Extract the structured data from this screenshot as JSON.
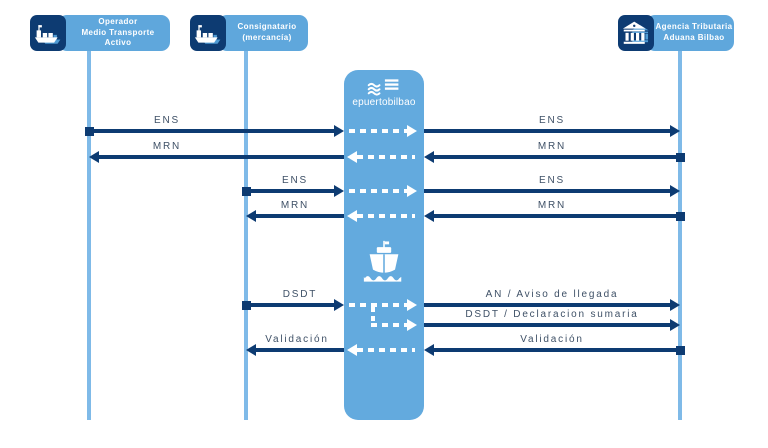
{
  "hub": {
    "label": "epuertobilbao"
  },
  "actors": [
    {
      "lines": [
        "Operador",
        "Medio Transporte",
        "Activo"
      ]
    },
    {
      "lines": [
        "Consignatario",
        "(mercancía)"
      ]
    },
    {
      "lines": [
        "Agencia Tributaria",
        "Aduana Bilbao"
      ]
    }
  ],
  "messages": [
    {
      "left": "ENS",
      "right": "ENS",
      "direction": "right"
    },
    {
      "left": "MRN",
      "right": "MRN",
      "direction": "left"
    },
    {
      "left": "ENS",
      "right": "ENS",
      "direction": "right"
    },
    {
      "left": "MRN",
      "right": "MRN",
      "direction": "left"
    },
    {
      "left": "DSDT",
      "right": "AN / Aviso de llegada",
      "direction": "right"
    },
    {
      "left": "",
      "right": "DSDT / Declaracion sumaria",
      "direction": "right"
    },
    {
      "left": "Validación",
      "right": "Validación",
      "direction": "left"
    }
  ],
  "colors": {
    "navy": "#0d3b72",
    "hub_blue": "#63aade",
    "actor_blue": "#5fa7dc",
    "lifeline_blue": "#7fbae8",
    "label_text": "#3e5066",
    "relay_dash": "#ffffff"
  },
  "icons": [
    "ship-icon",
    "ship-icon",
    "bank-icon",
    "waves-logo-icon",
    "ship-bow-icon"
  ]
}
